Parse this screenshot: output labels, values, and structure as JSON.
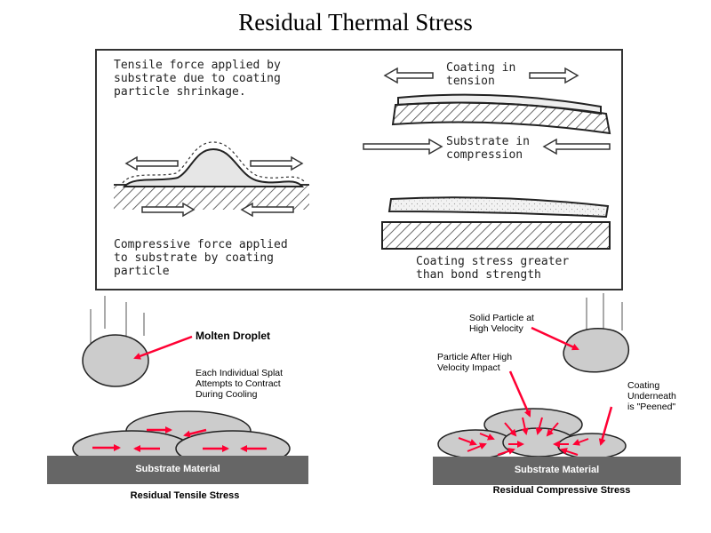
{
  "title": "Residual Thermal Stress",
  "top_panel": {
    "left_top_text": "Tensile force applied by\nsubstrate due to coating\nparticle shrinkage.",
    "left_bottom_text": "Compressive force applied\nto substrate by coating\nparticle",
    "right_coating_tension": "Coating in\ntension",
    "right_substrate_compression": "Substrate in\ncompression",
    "right_bottom_text": "Coating stress greater\nthan bond strength"
  },
  "bottom_left": {
    "molten_droplet": "Molten Droplet",
    "splat_text": "Each Individual Splat\nAttempts to Contract\nDuring Cooling",
    "substrate": "Substrate Material",
    "caption": "Residual Tensile Stress"
  },
  "bottom_right": {
    "solid_particle": "Solid Particle at\nHigh Velocity",
    "particle_after": "Particle After High\nVelocity Impact",
    "coating_peened": "Coating\nUnderneath\nis \"Peened\"",
    "substrate": "Substrate Material",
    "caption": "Residual Compressive Stress"
  },
  "colors": {
    "arrow_red": "#ff0033",
    "substrate_gray": "#666666",
    "splat_gray": "#cccccc"
  }
}
